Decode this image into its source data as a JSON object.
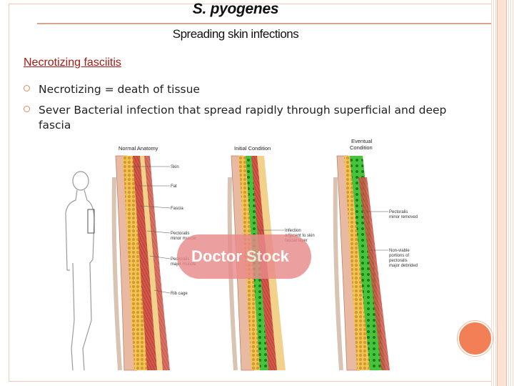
{
  "slide": {
    "title": "S. pyogenes",
    "subtitle": "Spreading skin infections",
    "section_heading": "Necrotizing fasciitis",
    "bullets": [
      "Necrotizing = death of tissue",
      "Sever Bacterial infection that  spread rapidly through superficial and deep fascia"
    ]
  },
  "figure": {
    "panels": {
      "normal": "Normal Anatomy",
      "initial": "Initial Condition",
      "eventual_line1": "Eventual",
      "eventual_line2": "Condition"
    },
    "labels": {
      "skin": "Skin",
      "fat": "Fat",
      "fascia": "Fascia",
      "pec_minor_1": "Pectoralis",
      "pec_minor_2": "minor muscle",
      "pec_major_1": "Pectoralis",
      "pec_major_2": "major muscle",
      "rib_cage": "Rib cage",
      "infection_1": "Infection",
      "infection_2": "adjacent to skin",
      "infection_3": "fascial layer",
      "pec_removed_1": "Pectoralis",
      "pec_removed_2": "minor removed",
      "nonviable_1": "Non-viable",
      "nonviable_2": "portions of",
      "nonviable_3": "pectoralis",
      "nonviable_4": "major debrided"
    },
    "watermark": "Doctor   Stock",
    "colors": {
      "muscle": "#c9483c",
      "fat": "#e8b640",
      "skin": "#e9b9a1",
      "infection": "#3fc23a",
      "watermark": "#e98a8a"
    }
  },
  "theme": {
    "heading_color": "#a31b14",
    "accent": "#f37f56"
  }
}
